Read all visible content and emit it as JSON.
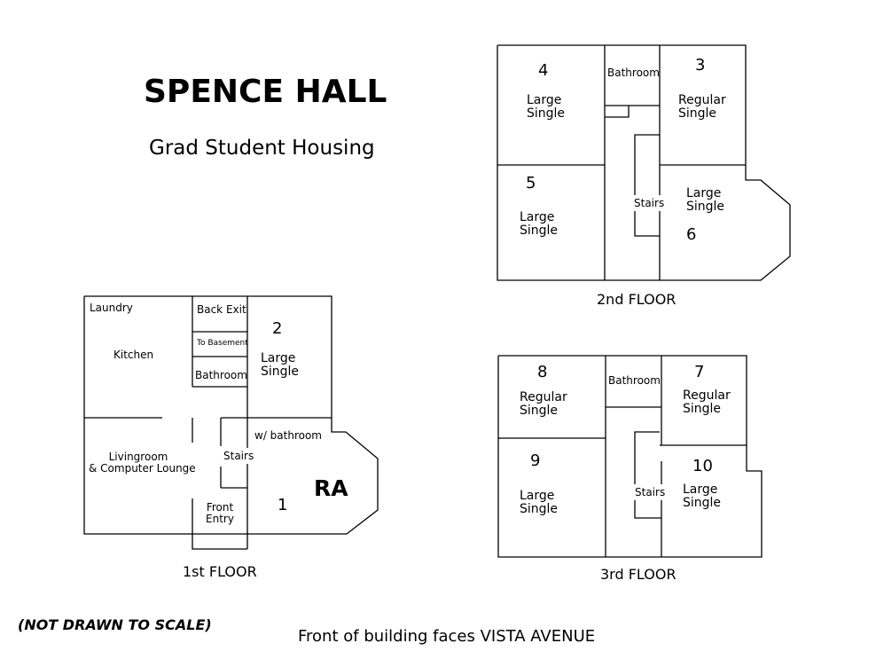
{
  "header": {
    "title": "SPENCE HALL",
    "subtitle": "Grad Student Housing"
  },
  "floor1": {
    "label": "1st FLOOR",
    "laundry": "Laundry",
    "kitchen": "Kitchen",
    "back_exit": "Back Exit",
    "to_basement": "To Basement",
    "bathroom": "Bathroom",
    "room2_number": "2",
    "room2_type": [
      "Large",
      "Single"
    ],
    "living": [
      "Livingroom",
      "& Computer Lounge"
    ],
    "stairs": "Stairs",
    "front_entry": [
      "Front",
      "Entry"
    ],
    "w_bathroom": "w/ bathroom",
    "ra": "RA",
    "room1_number": "1"
  },
  "floor2": {
    "label": "2nd FLOOR",
    "bathroom": "Bathroom",
    "stairs": "Stairs",
    "rooms": [
      {
        "number": "4",
        "type": [
          "Large",
          "Single"
        ]
      },
      {
        "number": "3",
        "type": [
          "Regular",
          "Single"
        ]
      },
      {
        "number": "5",
        "type": [
          "Large",
          "Single"
        ]
      },
      {
        "number": "6",
        "type": [
          "Large",
          "Single"
        ]
      }
    ]
  },
  "floor3": {
    "label": "3rd FLOOR",
    "bathroom": "Bathroom",
    "stairs": "Stairs",
    "rooms": [
      {
        "number": "8",
        "type": [
          "Regular",
          "Single"
        ]
      },
      {
        "number": "7",
        "type": [
          "Regular",
          "Single"
        ]
      },
      {
        "number": "9",
        "type": [
          "Large",
          "Single"
        ]
      },
      {
        "number": "10",
        "type": [
          "Large",
          "Single"
        ]
      }
    ]
  },
  "footer": {
    "note": "(NOT DRAWN TO SCALE)",
    "front": "Front of building faces VISTA AVENUE"
  },
  "colors": {
    "line": "#000000",
    "background": "#ffffff"
  }
}
